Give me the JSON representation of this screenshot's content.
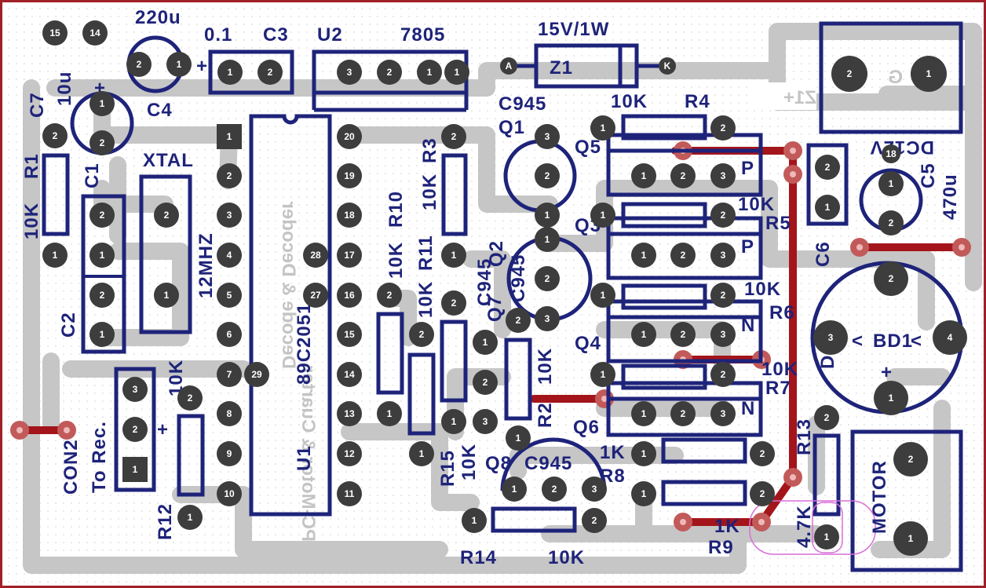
{
  "components": {
    "c4_value": "220u",
    "c4": "C4",
    "c3_value": "0.1",
    "c3": "C3",
    "u2": "U2",
    "u2_value": "7805",
    "z1_value": "15V/1W",
    "z1": "Z1",
    "z1_pad_a": "A",
    "z1_pad_k": "K",
    "dc12v": "DC12V",
    "c7": "C7",
    "c7_value": "10u",
    "r1": "R1",
    "r1_value": "10K",
    "c1": "C1",
    "xtal": "XTAL",
    "xtal_value": "12MHZ",
    "c2": "C2",
    "u1": "U1",
    "u1_value": "89C2051",
    "c945_q1": "C945",
    "q1": "Q1",
    "r4_value": "10K",
    "r4": "R4",
    "q5": "Q5",
    "q3": "Q3",
    "r5_value": "10K",
    "r5": "R5",
    "c6": "C6",
    "c5": "C5",
    "c5_value": "470u",
    "r3": "R3",
    "r3_value": "10K",
    "r10": "R10",
    "r10_value": "10K",
    "r11": "R11",
    "r11_value": "10K",
    "q2": "Q2",
    "c945_q2": "C945",
    "c945_q7": "C945",
    "q7": "Q7",
    "r6_value": "10K",
    "r6": "R6",
    "d4": "D4",
    "bd1": "BD1",
    "q4": "Q4",
    "r7_value": "10K",
    "r7": "R7",
    "r2_value": "10K",
    "r2": "R2",
    "q6": "Q6",
    "r13": "R13",
    "r13_value": "4.7K",
    "motor": "MOTOR",
    "con2": "CON2",
    "to_rec": "To Rec.",
    "r12_value": "10K",
    "r12": "R12",
    "r15": "R15",
    "r15_value": "10K",
    "q8": "Q8",
    "c945_q8": "C945",
    "r8_value": "1K",
    "r8": "R8",
    "r9_value": "1K",
    "r9": "R9",
    "r14": "R14",
    "r14_value": "10K",
    "p_q5": "P",
    "p_q3": "P",
    "n_q4": "N",
    "n_q6": "N",
    "plus_c4": "+",
    "plus_c7": "+",
    "plus_bd1": "+",
    "plus_con2": "+",
    "bd1_arrow_l": "<",
    "bd1_arrow_r": "<"
  },
  "bottom_layer_text": {
    "z1_mirror": "Z1+",
    "g_mirror": "G",
    "u1_mirror_a": "PC-Motor & Cuarter",
    "u1_mirror_b": "Decode & Decoder"
  }
}
